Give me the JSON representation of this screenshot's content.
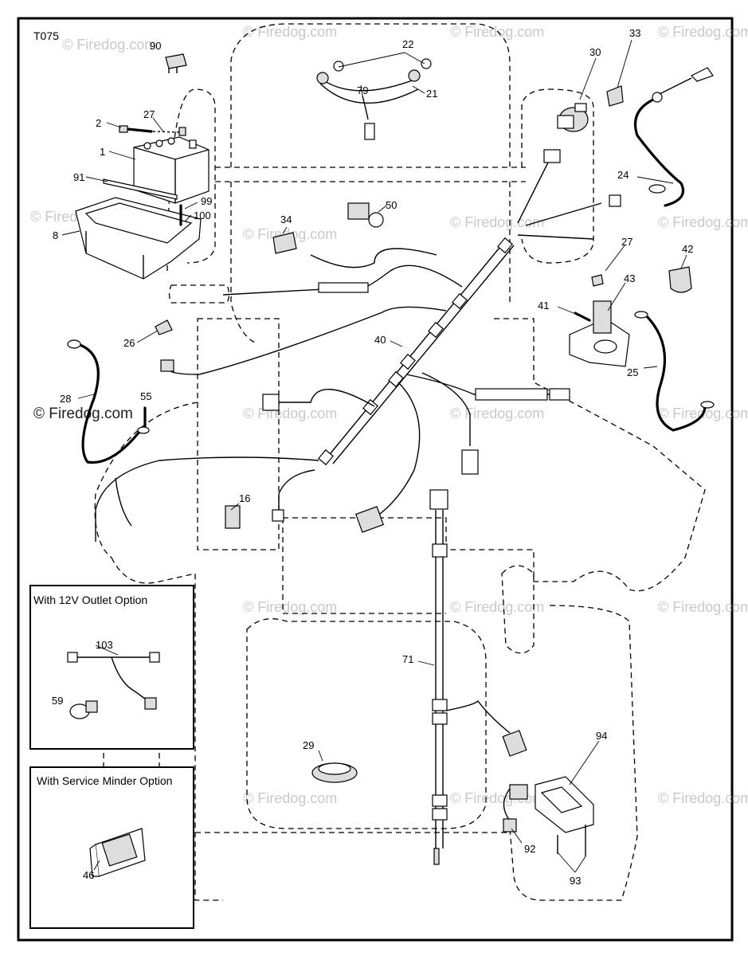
{
  "diagram_code": "T075",
  "watermarks": [
    "© Firedog.com"
  ],
  "parts": {
    "p1": "1",
    "p2": "2",
    "p8": "8",
    "p16": "16",
    "p21": "21",
    "p22": "22",
    "p24": "24",
    "p25": "25",
    "p26": "26",
    "p27a": "27",
    "p27b": "27",
    "p28": "28",
    "p29": "29",
    "p30": "30",
    "p33": "33",
    "p34": "34",
    "p40": "40",
    "p41": "41",
    "p42": "42",
    "p43": "43",
    "p46": "46",
    "p50": "50",
    "p55": "55",
    "p59": "59",
    "p71": "71",
    "p79": "79",
    "p90": "90",
    "p91": "91",
    "p92": "92",
    "p93": "93",
    "p94": "94",
    "p99": "99",
    "p100": "100",
    "p103": "103"
  },
  "option_boxes": {
    "outlet_title": "With 12V Outlet Option",
    "minder_title": "With Service Minder Option"
  }
}
